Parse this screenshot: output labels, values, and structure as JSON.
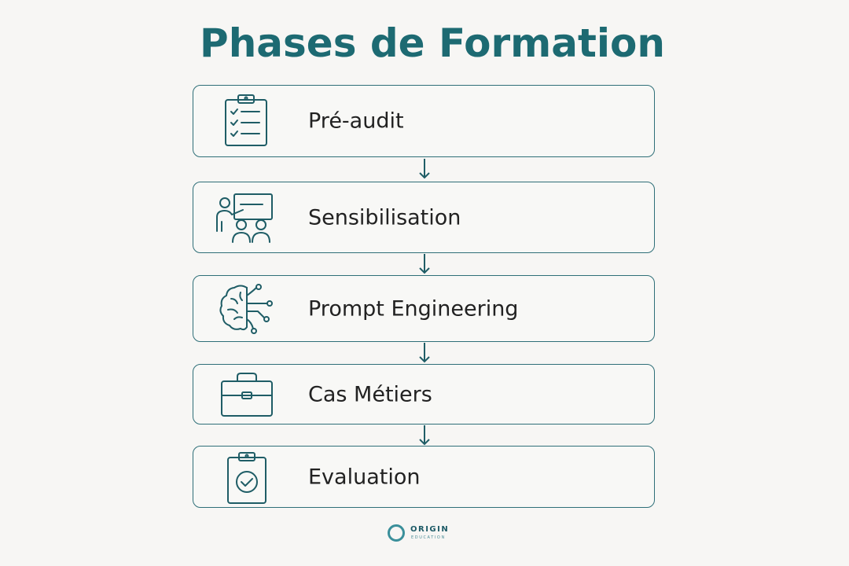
{
  "title": "Phases de Formation",
  "phases": [
    {
      "label": "Pré-audit",
      "icon": "checklist-clipboard-icon"
    },
    {
      "label": "Sensibilisation",
      "icon": "presentation-audience-icon"
    },
    {
      "label": "Prompt Engineering",
      "icon": "brain-circuit-icon"
    },
    {
      "label": "Cas Métiers",
      "icon": "briefcase-icon"
    },
    {
      "label": "Evaluation",
      "icon": "clipboard-check-icon"
    }
  ],
  "logo": {
    "brand": "ORIGIN",
    "sub": "EDUCATION"
  },
  "colors": {
    "accent": "#1d6a72",
    "border": "#2f6f78",
    "text": "#222222",
    "background": "#f7f6f4"
  }
}
